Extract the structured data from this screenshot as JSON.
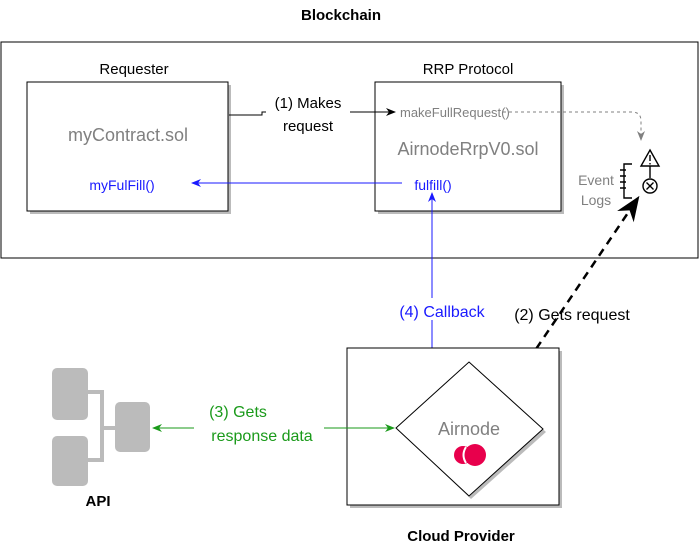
{
  "blockchain": {
    "title": "Blockchain"
  },
  "requester": {
    "label": "Requester",
    "contract": "myContract.sol",
    "method": "myFulFill()"
  },
  "rrp": {
    "label": "RRP Protocol",
    "request_method": "makeFullRequest()",
    "contract": "AirnodeRrpV0.sol",
    "method": "fulfill()"
  },
  "event_logs": {
    "line1": "Event",
    "line2": "Logs",
    "icon": "event-log-icon"
  },
  "steps": {
    "s1a": "(1) Makes",
    "s1b": "request",
    "s2": "(2) Gets request",
    "s3a": "(3) Gets",
    "s3b": "response data",
    "s4": "(4) Callback"
  },
  "cloud": {
    "title": "Cloud Provider",
    "airnode": "Airnode"
  },
  "api": {
    "title": "API"
  },
  "colors": {
    "blue": "#1a1aff",
    "green": "#1a9a1a",
    "gray": "#808080",
    "logo": "#e8004c"
  }
}
